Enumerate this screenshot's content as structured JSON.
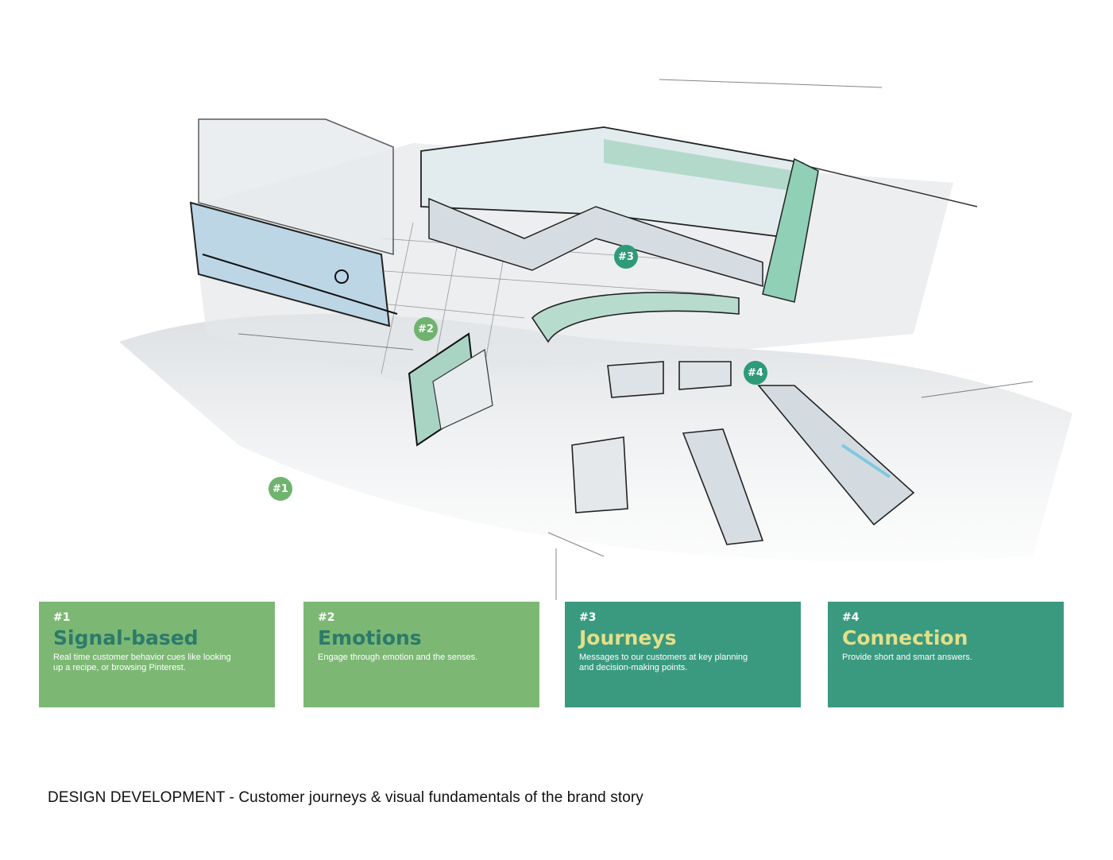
{
  "markers": [
    {
      "label": "#1"
    },
    {
      "label": "#2"
    },
    {
      "label": "#3"
    },
    {
      "label": "#4"
    }
  ],
  "cards": [
    {
      "number": "#1",
      "title": "Signal-based",
      "description": "Real time customer behavior cues like looking up a recipe, or browsing Pinterest."
    },
    {
      "number": "#2",
      "title": "Emotions",
      "description": "Engage through emotion and the senses."
    },
    {
      "number": "#3",
      "title": "Journeys",
      "description": "Messages to our customers at key planning and decision-making points."
    },
    {
      "number": "#4",
      "title": "Connection",
      "description": "Provide short and smart answers."
    }
  ],
  "caption": "DESIGN DEVELOPMENT - Customer journeys & visual fundamentals of the brand story",
  "colors": {
    "card_light": "#7cb874",
    "card_dark": "#3a9a7f",
    "title_light": "#2c7a6a",
    "title_dark": "#e3df8a"
  }
}
